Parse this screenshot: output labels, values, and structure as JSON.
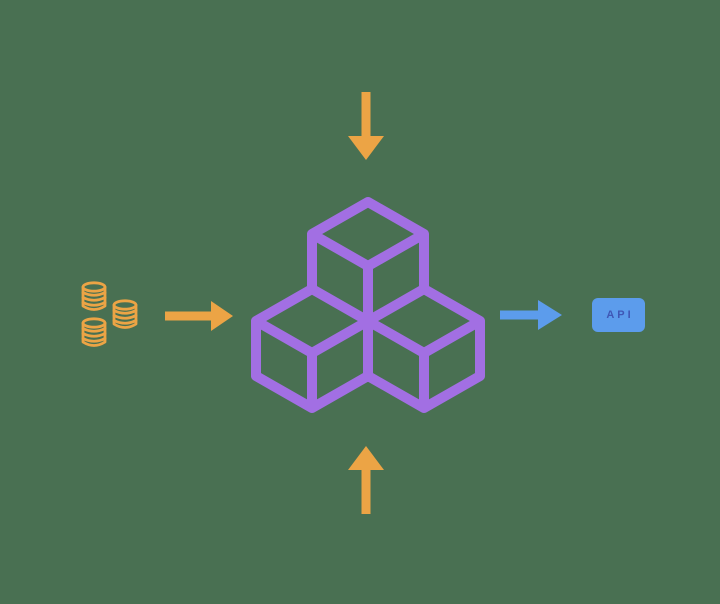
{
  "css_vars": {
    "--bg-color": "#497052",
    "--input-color": "#ECA445",
    "--center-color": "#A26FE3",
    "--output-color": "#5C9CEC",
    "--api-text-color": "#3F57B5"
  },
  "diagram": {
    "background_color": "#497052",
    "center": {
      "icon": "cubes-icon",
      "color": "#A26FE3"
    },
    "inputs": {
      "icon": "coin-stacks-icon",
      "coin_stack_count": 3,
      "arrow_color": "#ECA445",
      "arrow_directions": [
        "down-from-top",
        "right-from-left",
        "up-from-bottom"
      ]
    },
    "output": {
      "arrow_color": "#5C9CEC",
      "arrow_direction": "right-to-badge",
      "badge": {
        "label": "API",
        "background_color": "#5C9CEC",
        "text_color": "#3F57B5"
      }
    }
  }
}
